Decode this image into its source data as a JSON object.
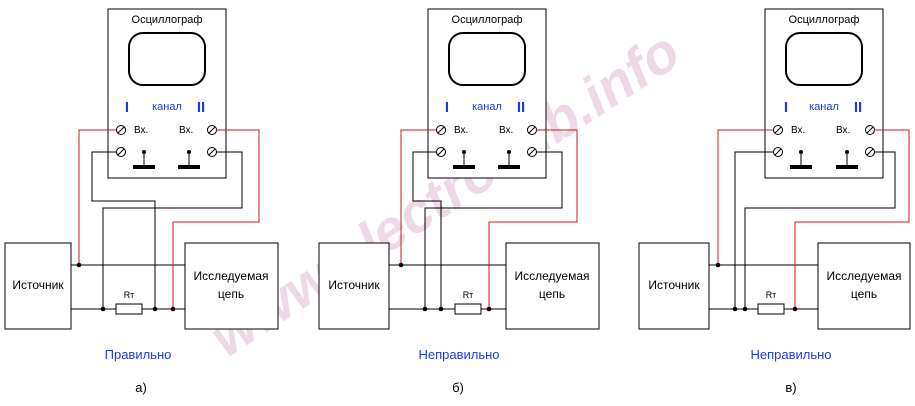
{
  "watermark": "www.electrocub.info",
  "colors": {
    "wire_black": "#000000",
    "wire_red": "#c81e1e",
    "caption_blue": "#1e3cdc"
  },
  "panels": [
    {
      "scope_title": "Осциллограф",
      "channel_label": "канал",
      "ch1": "I",
      "ch2": "II",
      "in1": "Вх.",
      "in2": "Вх.",
      "source": "Источник",
      "load_line1": "Исследуемая",
      "load_line2": "цепь",
      "resistor": "Rт",
      "verdict": "Правильно",
      "letter": "а)"
    },
    {
      "scope_title": "Осциллограф",
      "channel_label": "канал",
      "ch1": "I",
      "ch2": "II",
      "in1": "Вх.",
      "in2": "Вх.",
      "source": "Источник",
      "load_line1": "Исследуемая",
      "load_line2": "цепь",
      "resistor": "Rт",
      "verdict": "Неправильно",
      "letter": "б)"
    },
    {
      "scope_title": "Осциллограф",
      "channel_label": "канал",
      "ch1": "I",
      "ch2": "II",
      "in1": "Вх.",
      "in2": "Вх.",
      "source": "Источник",
      "load_line1": "Исследуемая",
      "load_line2": "цепь",
      "resistor": "Rт",
      "verdict": "Неправильно",
      "letter": "в)"
    }
  ]
}
